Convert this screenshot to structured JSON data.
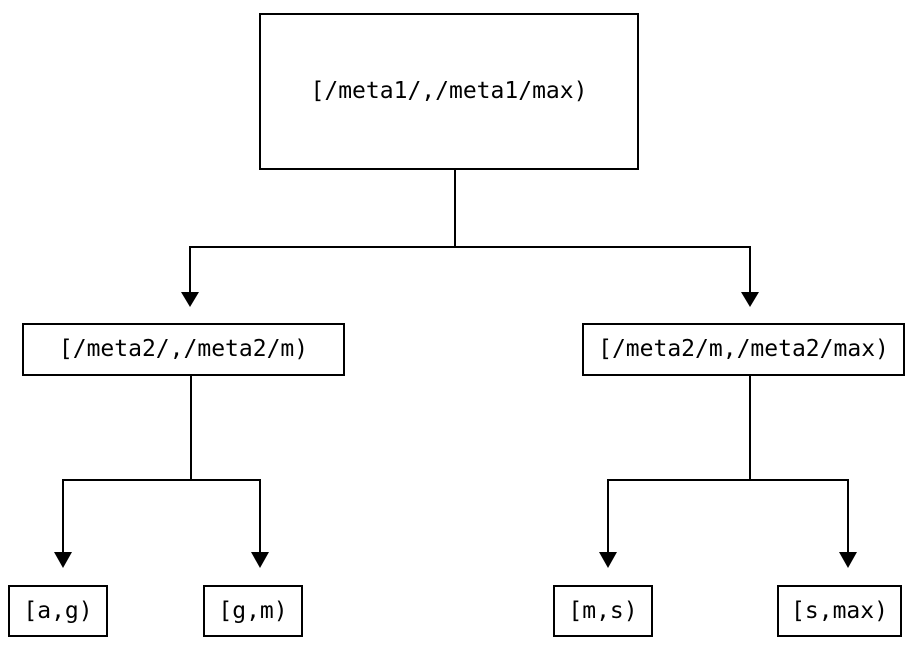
{
  "diagram": {
    "type": "tree",
    "description": "Binary key-range partition tree",
    "colors": {
      "background": "#ffffff",
      "line": "#000000",
      "box_border": "#000000",
      "text": "#000000"
    },
    "root": {
      "label": "[/meta1/,/meta1/max)",
      "children": [
        {
          "label": "[/meta2/,/meta2/m)",
          "children": [
            {
              "label": "[a,g)"
            },
            {
              "label": "[g,m)"
            }
          ]
        },
        {
          "label": "[/meta2/m,/meta2/max)",
          "children": [
            {
              "label": "[m,s)"
            },
            {
              "label": "[s,max)"
            }
          ]
        }
      ]
    }
  }
}
